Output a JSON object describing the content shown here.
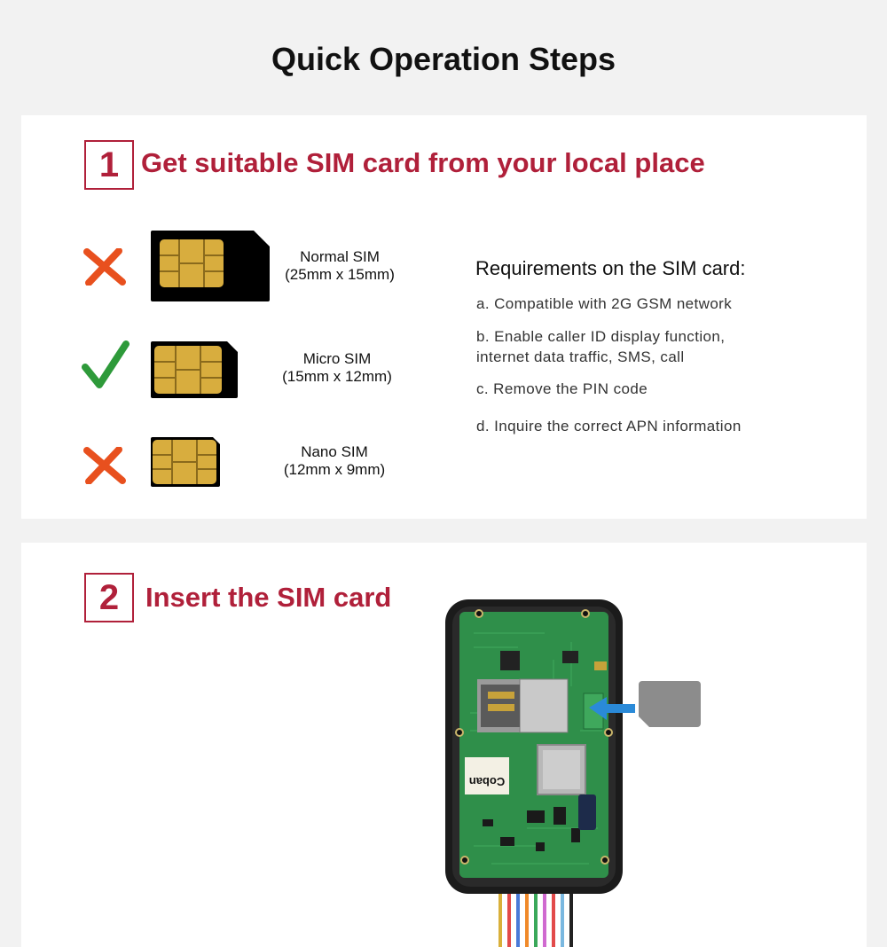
{
  "page": {
    "title": "Quick Operation Steps"
  },
  "step1": {
    "number": "1",
    "title": "Get suitable SIM card from your local place",
    "sims": [
      {
        "name": "Normal SIM",
        "size": "(25mm x 15mm)",
        "status": "unsuitable",
        "mark_icon": "cross-icon"
      },
      {
        "name": "Micro SIM",
        "size": "(15mm x 12mm)",
        "status": "suitable",
        "mark_icon": "check-icon"
      },
      {
        "name": "Nano SIM",
        "size": "(12mm x 9mm)",
        "status": "unsuitable",
        "mark_icon": "cross-icon"
      }
    ],
    "requirements": {
      "title": "Requirements on the SIM card:",
      "items": [
        "a. Compatible with 2G GSM network",
        "b. Enable caller ID display function, internet data traffic, SMS, call",
        "c. Remove the PIN code",
        "d. Inquire the correct APN information"
      ]
    }
  },
  "step2": {
    "number": "2",
    "title": "Insert the SIM card",
    "device_labels": {
      "brand": "Coban"
    }
  },
  "colors": {
    "accent": "#b0203a",
    "cross": "#e8501e",
    "check": "#2e9a3a",
    "pcb": "#2f8f4a",
    "arrow": "#2a8ad8"
  }
}
